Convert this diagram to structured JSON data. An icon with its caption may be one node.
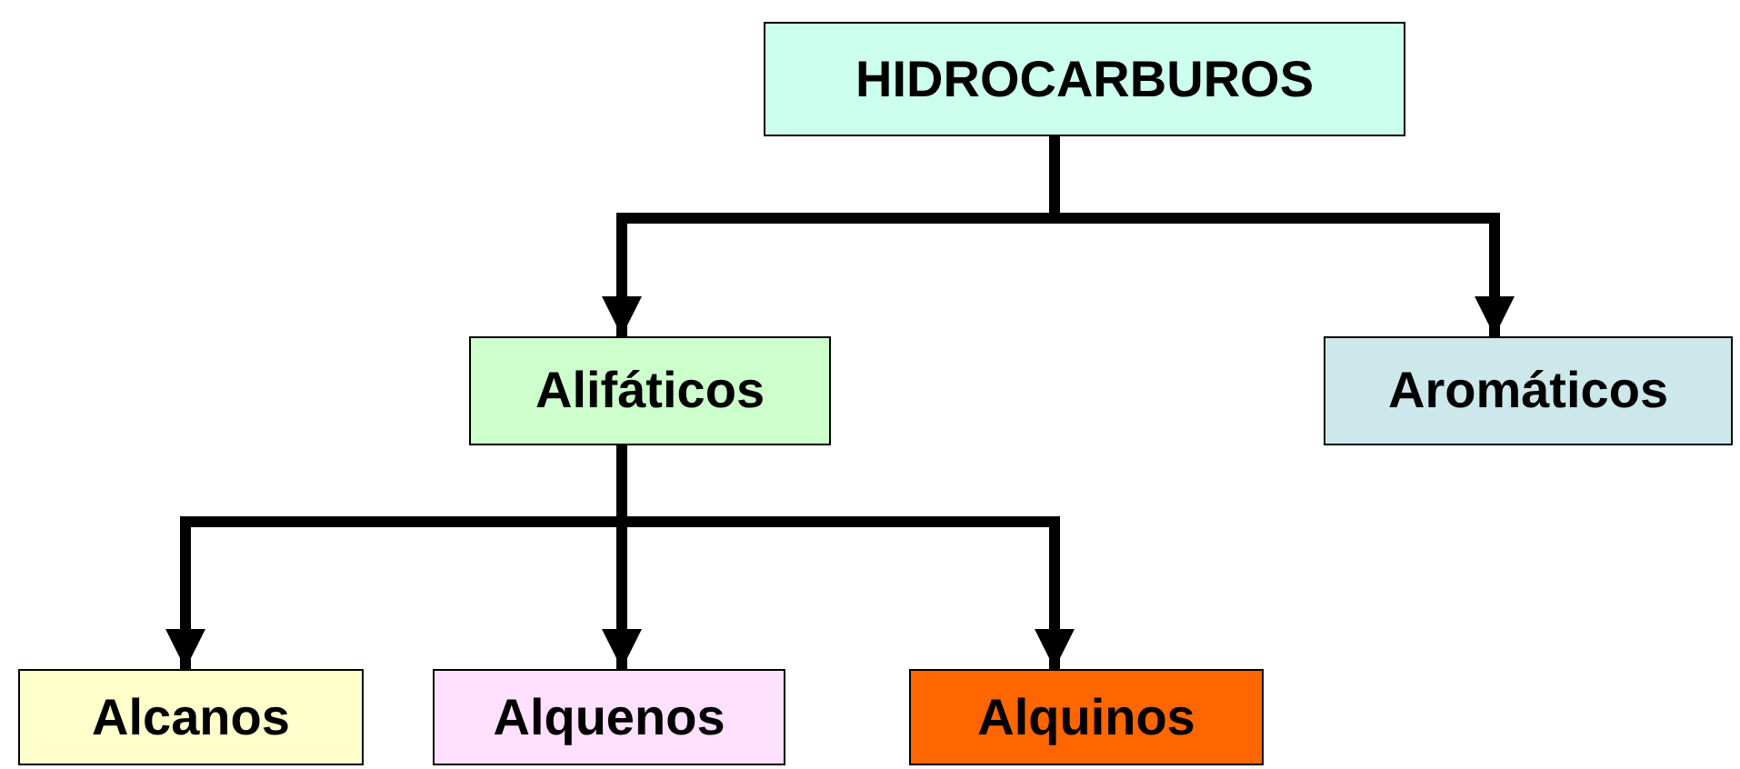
{
  "diagram": {
    "nodes": [
      {
        "text": [
          "HIDROCARBUROS"
        ]
      },
      {
        "text": [
          "Alifáticos"
        ]
      },
      {
        "text": [
          "Aromáticos"
        ]
      },
      {
        "text": [
          "Alcanos"
        ]
      },
      {
        "text": [
          "Alquenos"
        ]
      },
      {
        "text": [
          "Alquinos"
        ]
      }
    ],
    "edges": [
      {
        "from": 0,
        "to": 1,
        "arrow": "to"
      },
      {
        "from": 0,
        "to": 2,
        "arrow": "to"
      },
      {
        "from": 1,
        "to": 3,
        "arrow": "to"
      },
      {
        "from": 1,
        "to": 4,
        "arrow": "to"
      },
      {
        "from": 1,
        "to": 5,
        "arrow": "to"
      }
    ]
  }
}
